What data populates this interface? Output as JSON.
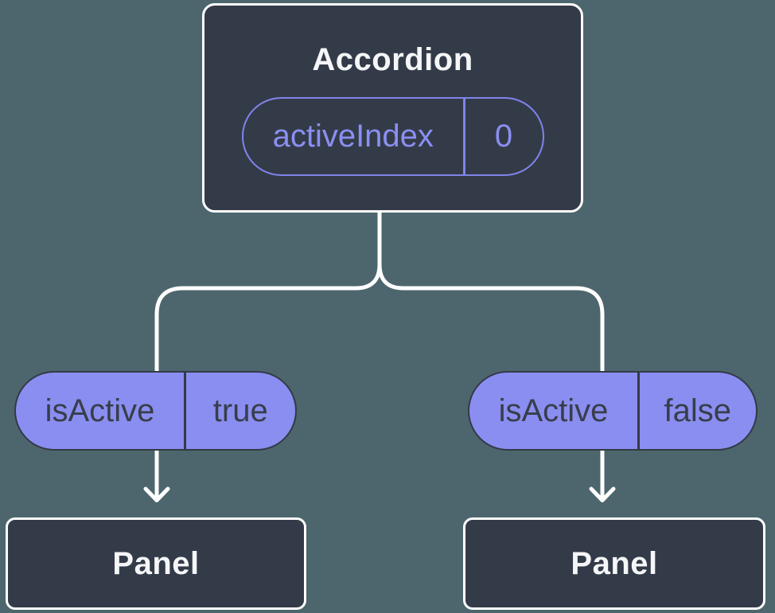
{
  "diagram": {
    "description": "Component tree diagram: Accordion parent passing state down to two Panel children",
    "colors": {
      "background": "#4D666D",
      "node_fill": "#343B48",
      "node_border": "#FFFFFF",
      "connector": "#FFFFFF",
      "pill_fill": "#8A8EF0",
      "pill_outline": "#7F84EC",
      "pill_outline_text": "#8A8FF2",
      "pill_dark_text": "#373E4B",
      "title_text": "#F5F6F8"
    },
    "root": {
      "title": "Accordion",
      "prop": {
        "name": "activeIndex",
        "value": "0"
      }
    },
    "children": [
      {
        "state": {
          "name": "isActive",
          "value": "true"
        },
        "panel": {
          "title": "Panel"
        }
      },
      {
        "state": {
          "name": "isActive",
          "value": "false"
        },
        "panel": {
          "title": "Panel"
        }
      }
    ]
  }
}
